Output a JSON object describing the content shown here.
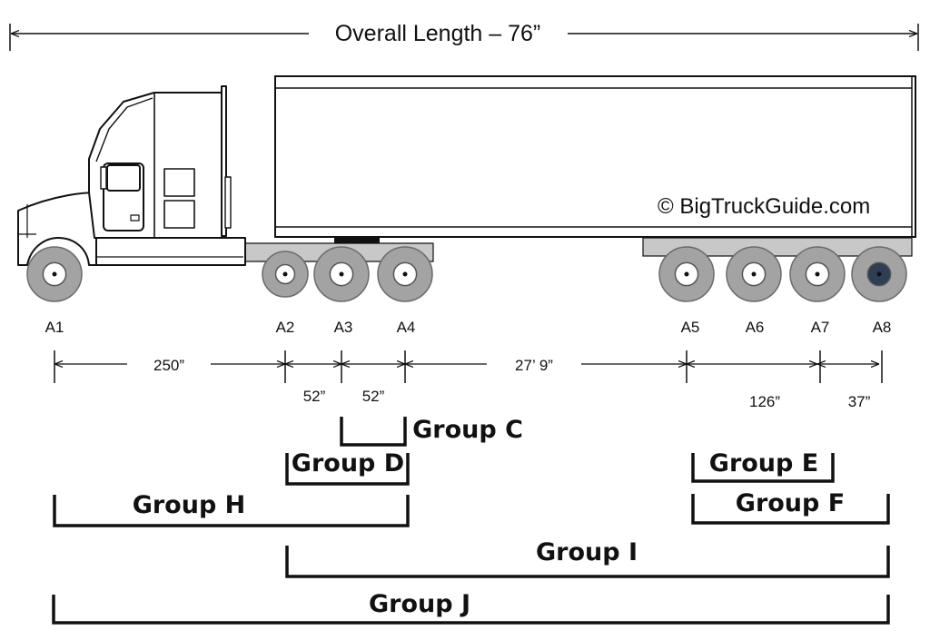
{
  "title": "Overall Length – 76”",
  "watermark": "© BigTruckGuide.com",
  "axles": [
    {
      "id": "a1",
      "label": "A1"
    },
    {
      "id": "a2",
      "label": "A2"
    },
    {
      "id": "a3",
      "label": "A3"
    },
    {
      "id": "a4",
      "label": "A4"
    },
    {
      "id": "a5",
      "label": "A5"
    },
    {
      "id": "a6",
      "label": "A6"
    },
    {
      "id": "a7",
      "label": "A7"
    },
    {
      "id": "a8",
      "label": "A8"
    }
  ],
  "spacings": [
    {
      "from": "A1",
      "to": "A2",
      "label": "250”"
    },
    {
      "from": "A2",
      "to": "A3",
      "label": "52”"
    },
    {
      "from": "A3",
      "to": "A4",
      "label": "52”"
    },
    {
      "from": "A4",
      "to": "A5",
      "label": "27’ 9”"
    },
    {
      "from": "A5",
      "to": "A7",
      "label": "126”"
    },
    {
      "from": "A7",
      "to": "A8",
      "label": "37”"
    }
  ],
  "groups": [
    {
      "id": "c",
      "label": "Group C",
      "from": "A3",
      "to": "A4"
    },
    {
      "id": "d",
      "label": "Group D",
      "from": "A2",
      "to": "A4"
    },
    {
      "id": "e",
      "label": "Group E",
      "from": "A5",
      "to": "A7"
    },
    {
      "id": "f",
      "label": "Group F",
      "from": "A5",
      "to": "A8"
    },
    {
      "id": "h",
      "label": "Group H",
      "from": "A1",
      "to": "A4"
    },
    {
      "id": "i",
      "label": "Group I",
      "from": "A2",
      "to": "A8"
    },
    {
      "id": "j",
      "label": "Group J",
      "from": "A1",
      "to": "A8"
    }
  ]
}
